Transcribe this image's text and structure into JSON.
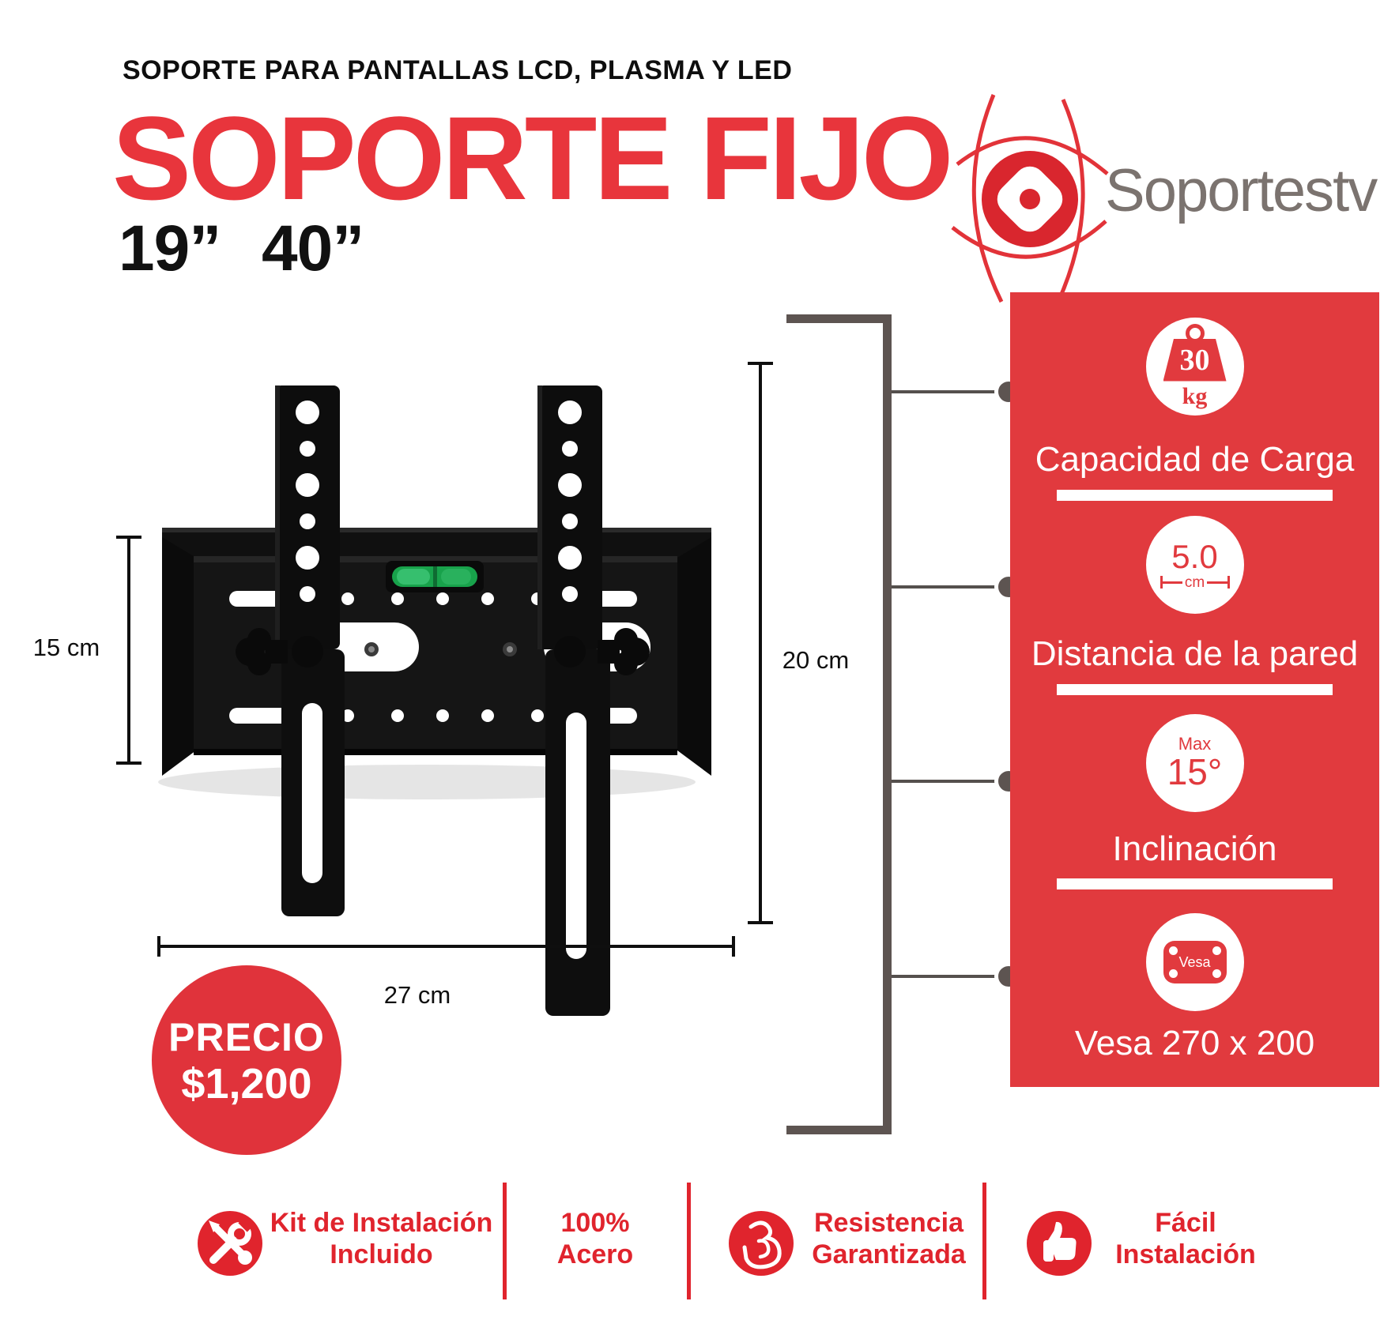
{
  "header": {
    "kicker": "SOPORTE PARA PANTALLAS LCD, PLASMA Y LED",
    "title": "SOPORTE FIJO",
    "size_range": "19” 40”",
    "brand": "Soportestv"
  },
  "product": {
    "dim_left": "15 cm",
    "dim_right": "20 cm",
    "dim_bottom": "27 cm"
  },
  "price": {
    "label": "PRECIO",
    "value": "$1,200"
  },
  "specs": {
    "items": [
      {
        "icon": "weight-icon",
        "value": "30",
        "unit": "kg",
        "label": "Capacidad de Carga"
      },
      {
        "icon": "wall-distance-icon",
        "value": "5.0",
        "unit": "cm",
        "label": "Distancia de la pared"
      },
      {
        "icon": "tilt-icon",
        "value": "15°",
        "unit": "Max",
        "label": "Inclinación"
      },
      {
        "icon": "vesa-icon",
        "value": "Vesa",
        "label": "Vesa 270 x 200"
      }
    ]
  },
  "features": [
    {
      "icon": "tools-icon",
      "line1": "Kit de Instalación",
      "line2": "Incluido"
    },
    {
      "icon": "none",
      "line1": "100%",
      "line2": "Acero"
    },
    {
      "icon": "muscle-icon",
      "line1": "Resistencia",
      "line2": "Garantizada"
    },
    {
      "icon": "thumbs-up-icon",
      "line1": "Fácil",
      "line2": "Instalación"
    }
  ],
  "colors": {
    "brand_red": "#e8353c",
    "panel_red": "#e13a3e",
    "feature_red": "#e0242d",
    "bracket_gray": "#5d5451",
    "logo_gray": "#7b736f",
    "level_green": "#18a24b"
  }
}
